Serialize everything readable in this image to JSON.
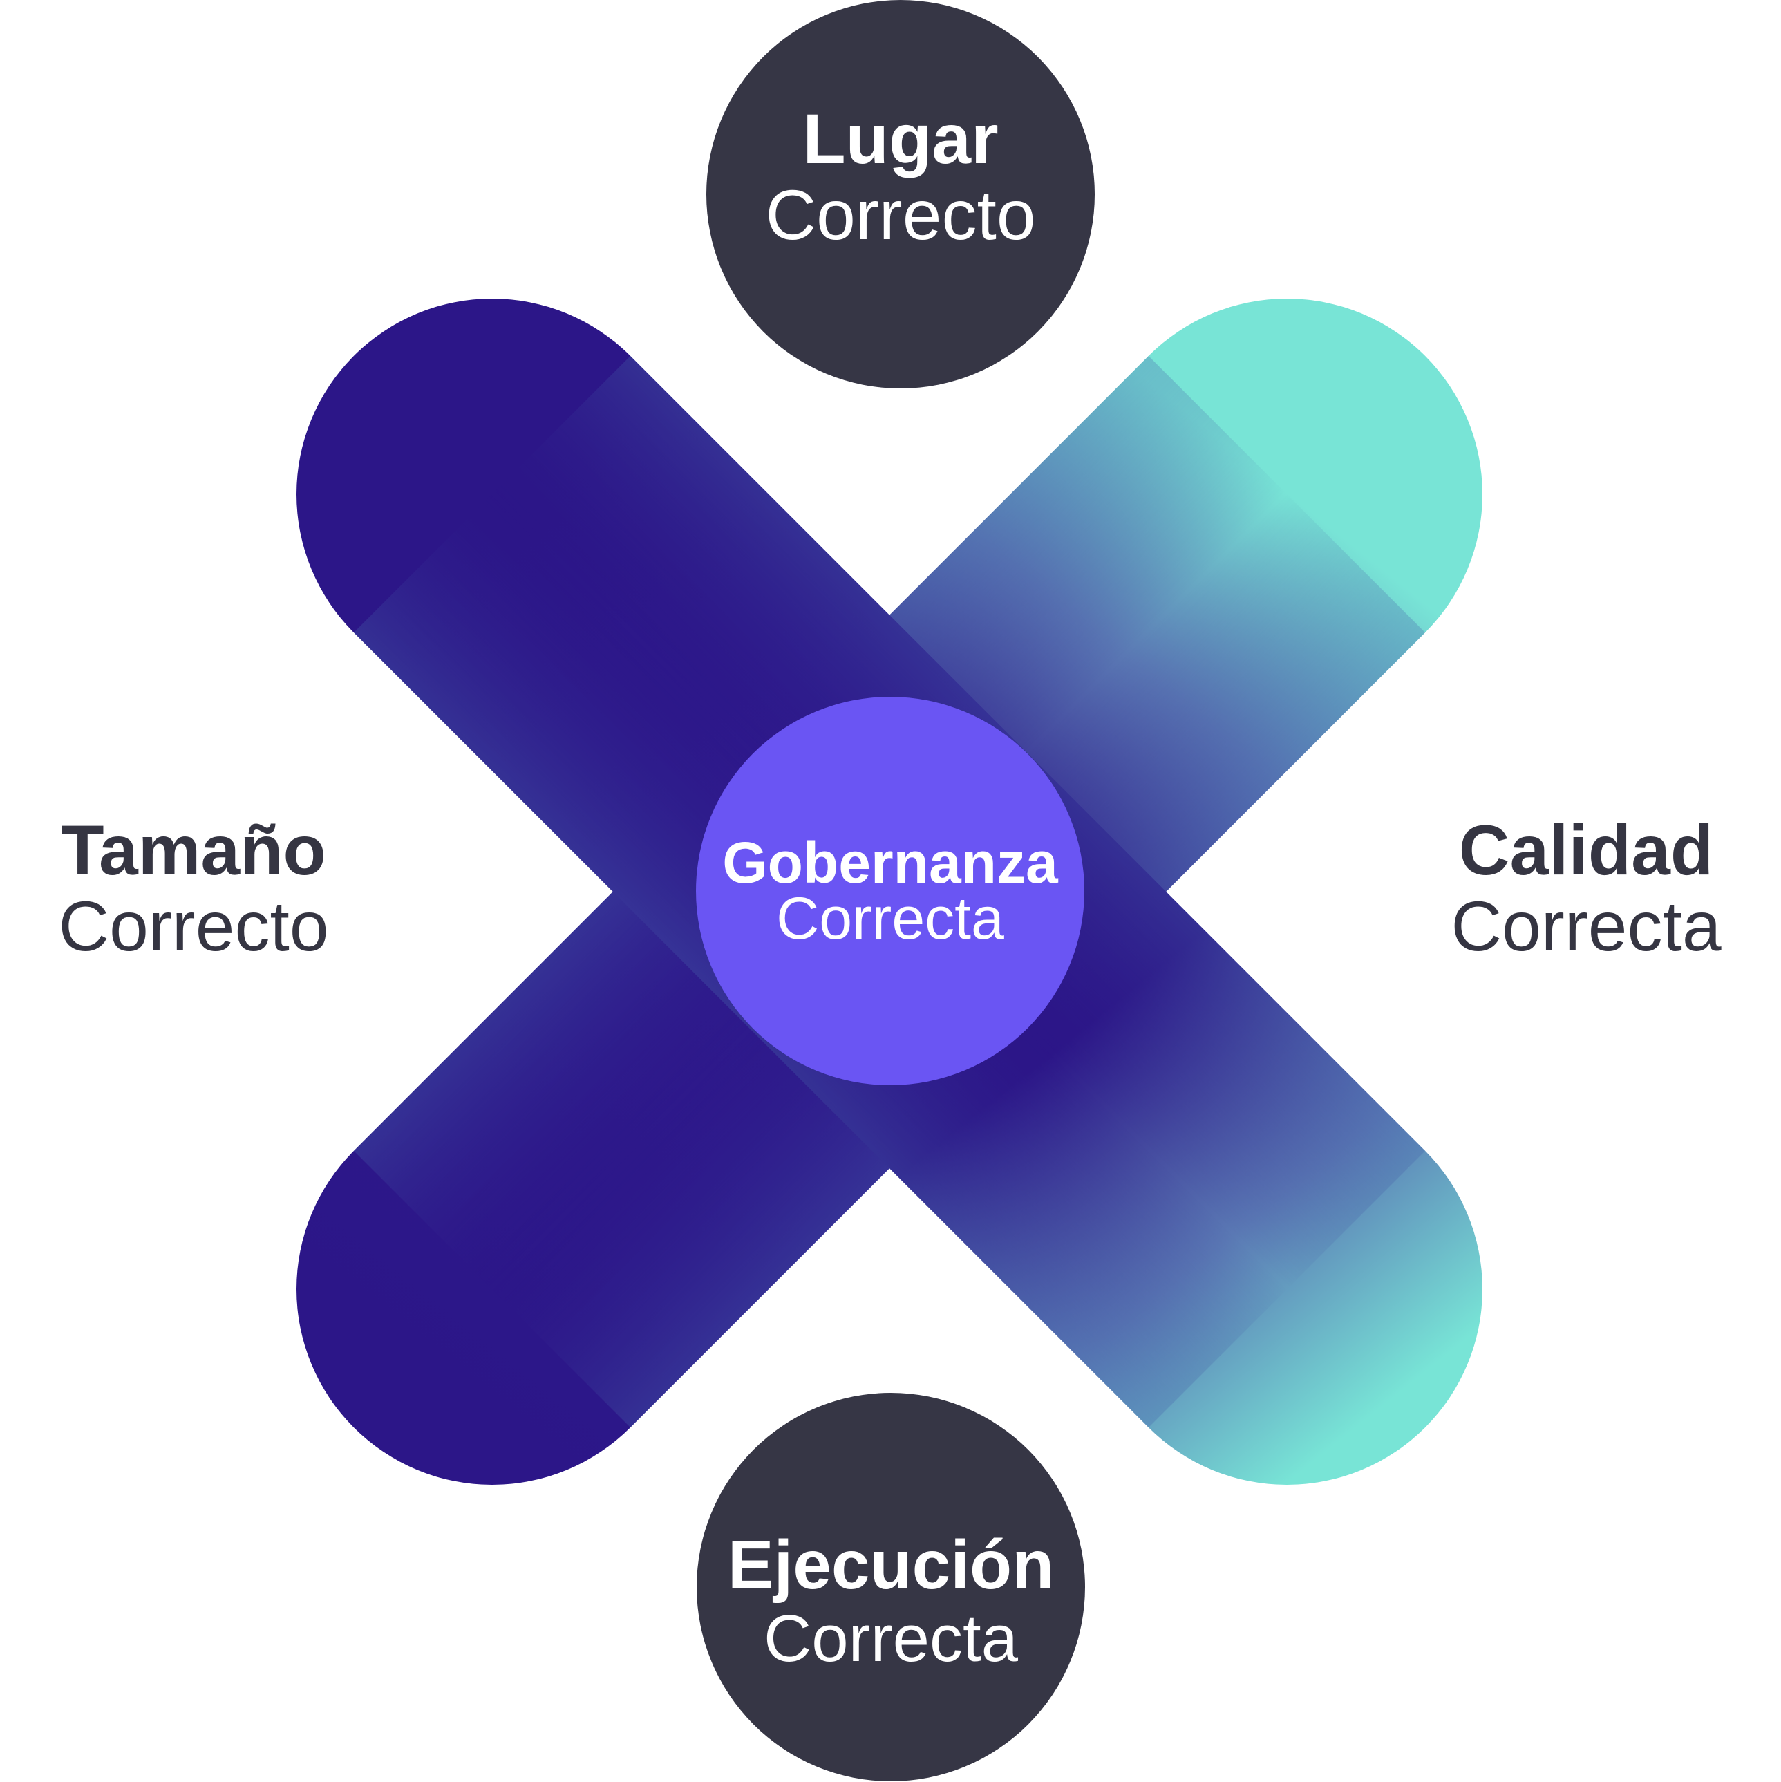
{
  "colors": {
    "dark_circle": "#363645",
    "center_circle": "#6a55f3",
    "band_deep": "#2c1688",
    "band_mid": "#463c9b",
    "band_teal": "#74e2d4",
    "label_dark": "#353542",
    "text_light": "#ffffff"
  },
  "nodes": {
    "top": {
      "title": "Lugar",
      "subtitle": "Correcto"
    },
    "left": {
      "title": "Tamaño",
      "subtitle": "Correcto"
    },
    "right": {
      "title": "Calidad",
      "subtitle": "Correcta"
    },
    "bottom": {
      "title": "Ejecución",
      "subtitle": "Correcta"
    },
    "center": {
      "title": "Gobernanza",
      "subtitle": "Correcta"
    }
  }
}
